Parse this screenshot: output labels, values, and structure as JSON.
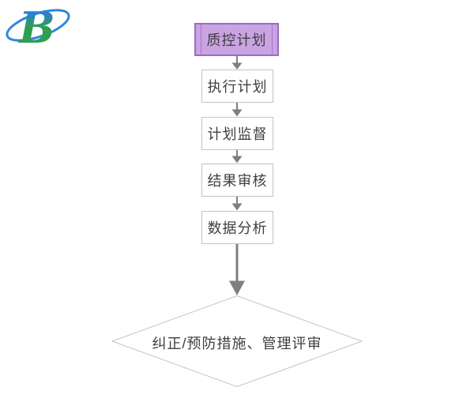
{
  "page": {
    "background": "#ffffff"
  },
  "logo": {
    "letter": "B",
    "letter_green": "#2E9E52",
    "letter_blue": "#2B7FD4",
    "swoosh_color": "#2E86DE"
  },
  "colors": {
    "text": "#3F3F3F",
    "arrow": "#7F7F7F",
    "process_fill": "#FFFFFF",
    "process_border": "#C3C3C3",
    "highlight_fill": "#C9A3E2",
    "highlight_border": "#9B6AC4",
    "decision_border": "#C4C4C4"
  },
  "flowchart": {
    "nodes": [
      {
        "id": "qc-plan",
        "label": "质控计划",
        "shape": "predefined-process",
        "highlighted": true
      },
      {
        "id": "execute-plan",
        "label": "执行计划",
        "shape": "process"
      },
      {
        "id": "plan-supervision",
        "label": "计划监督",
        "shape": "process"
      },
      {
        "id": "result-review",
        "label": "结果审核",
        "shape": "process"
      },
      {
        "id": "data-analysis",
        "label": "数据分析",
        "shape": "process"
      },
      {
        "id": "corrective-review",
        "label": "纠正/预防措施、管理评审",
        "shape": "decision"
      }
    ],
    "edges": [
      {
        "from": "qc-plan",
        "to": "execute-plan"
      },
      {
        "from": "execute-plan",
        "to": "plan-supervision"
      },
      {
        "from": "plan-supervision",
        "to": "result-review"
      },
      {
        "from": "result-review",
        "to": "data-analysis"
      },
      {
        "from": "data-analysis",
        "to": "corrective-review"
      }
    ]
  }
}
